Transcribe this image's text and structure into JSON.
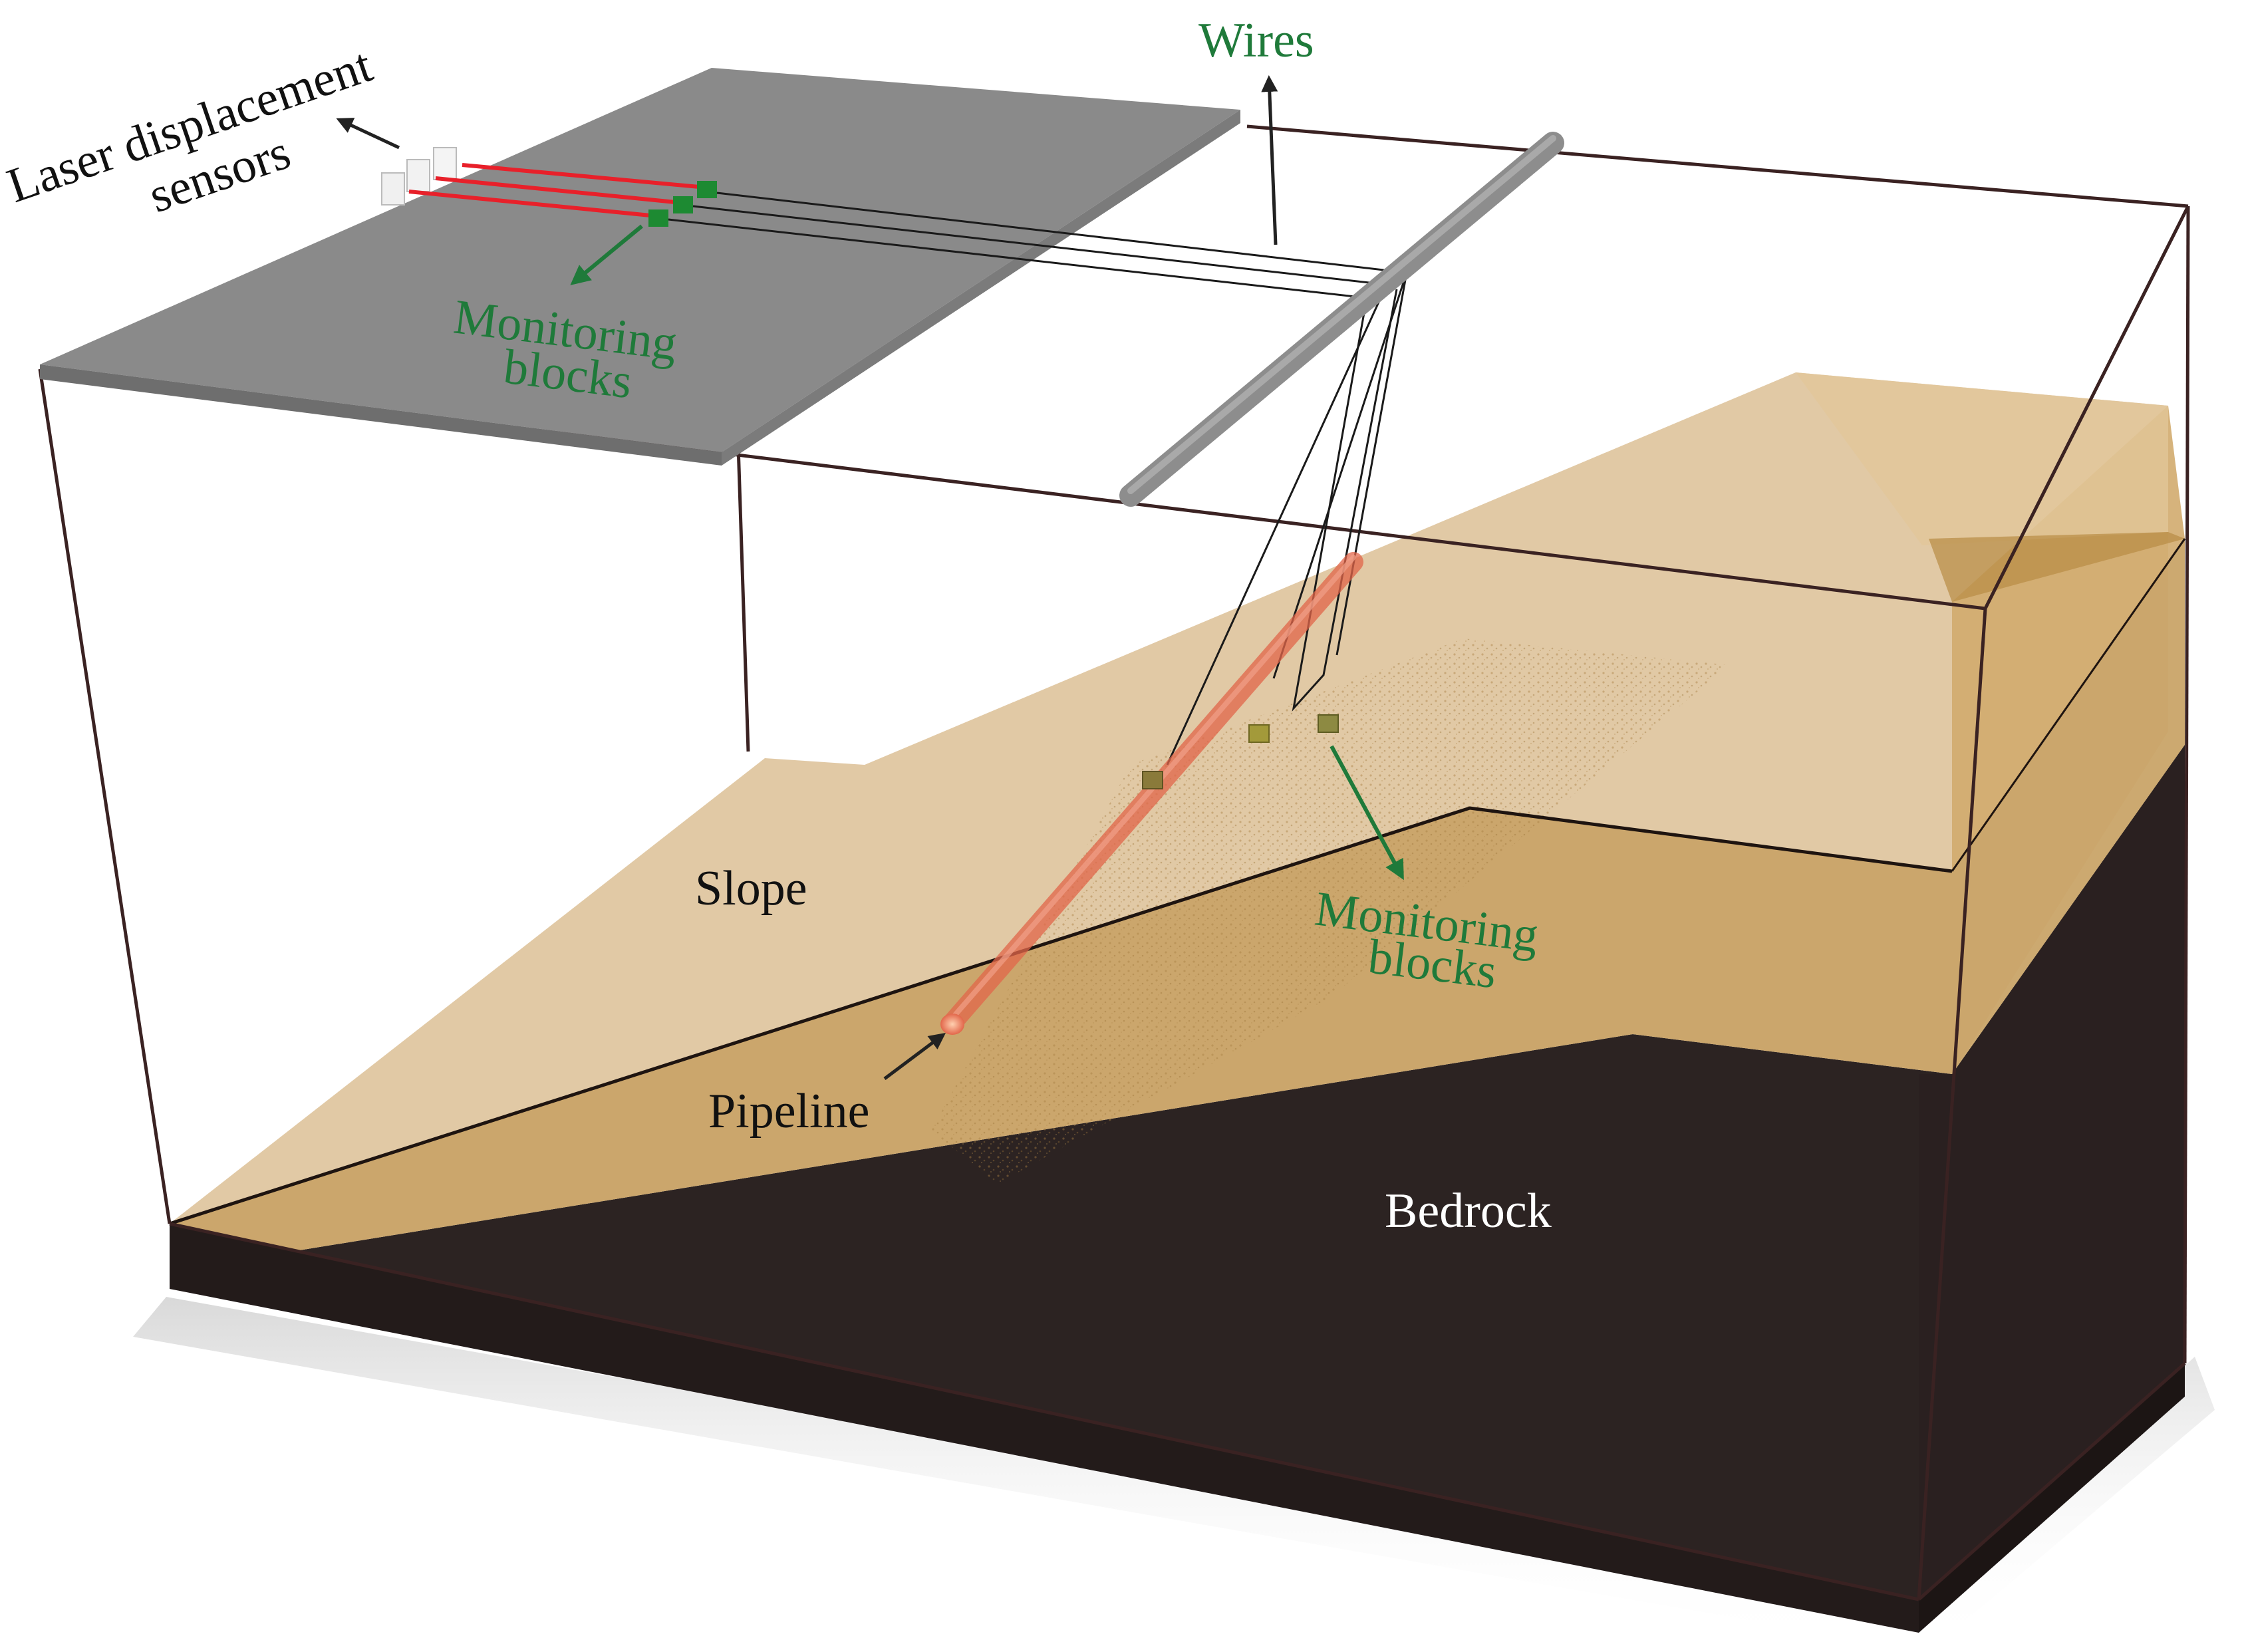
{
  "diagram": {
    "labels": {
      "laser_sensors_line1": "Laser displacement",
      "laser_sensors_line2": "sensors",
      "wires": "Wires",
      "monitoring_blocks_top_line1": "Monitoring",
      "monitoring_blocks_top_line2": "blocks",
      "monitoring_blocks_right_line1": "Monitoring",
      "monitoring_blocks_right_line2": "blocks",
      "slope": "Slope",
      "pipeline": "Pipeline",
      "bedrock": "Bedrock"
    },
    "colors": {
      "platform": "#8a8a8a",
      "platform_edge": "#6e6e6e",
      "slope_light": "#dcc095",
      "slope_mid": "#c9a468",
      "slope_face": "#bf9555",
      "bedrock_top": "#2f2524",
      "bedrock_front": "#231b1a",
      "bedrock_right": "#2a2020",
      "pipe": "#e2664a",
      "laser": "#e8202a",
      "block_green": "#1d8a32",
      "annotation_green": "#1f7a3a",
      "outline": "#3a2222"
    }
  }
}
